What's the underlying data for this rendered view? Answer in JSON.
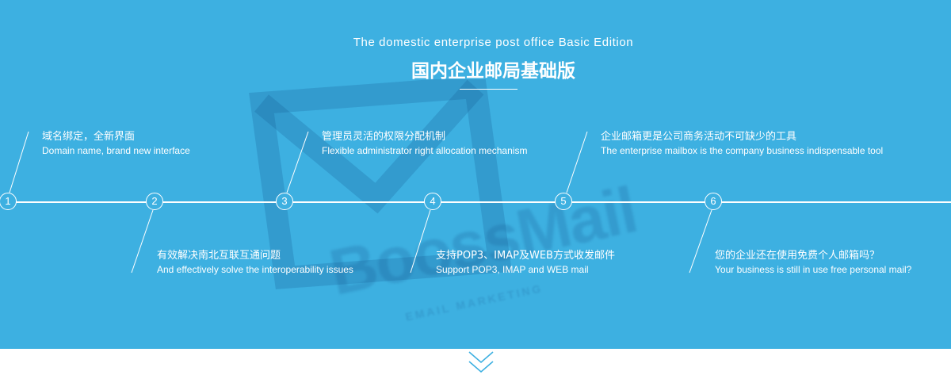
{
  "header": {
    "subtitle_en": "The domestic enterprise post office Basic Edition",
    "title_cn": "国内企业邮局基础版"
  },
  "background_logo": {
    "brand": "BoossMail",
    "tagline": "EMAIL MARKETING",
    "icon": "checkmark-envelope-icon"
  },
  "timeline": {
    "nodes": [
      "1",
      "2",
      "3",
      "4",
      "5",
      "6"
    ]
  },
  "features": [
    {
      "cn": "域名绑定，全新界面",
      "en": "Domain name, brand new interface"
    },
    {
      "cn": "有效解决南北互联互通问题",
      "en": "And effectively solve the interoperability issues"
    },
    {
      "cn": "管理员灵活的权限分配机制",
      "en": "Flexible administrator right allocation mechanism"
    },
    {
      "cn": "支持POP3、IMAP及WEB方式收发邮件",
      "en": "Support POP3, IMAP and WEB mail"
    },
    {
      "cn": "企业邮箱更是公司商务活动不可缺少的工具",
      "en": "The enterprise mailbox is the company business indispensable tool"
    },
    {
      "cn": "您的企业还在使用免费个人邮箱吗？",
      "en": "Your business is still in use free personal mail?"
    }
  ],
  "footer": {
    "icon": "double-chevron-down-icon"
  },
  "colors": {
    "banner_bg": "#3db0e1",
    "text": "#ffffff",
    "logo_watermark": "#1f6fa8"
  }
}
